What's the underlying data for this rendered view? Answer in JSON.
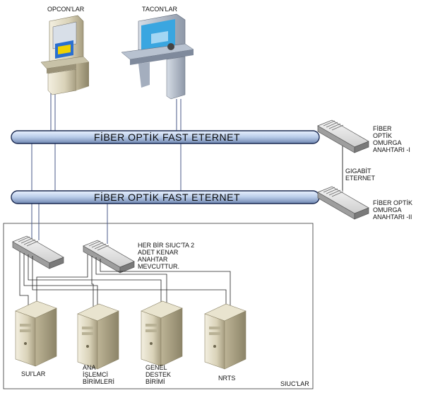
{
  "labels": {
    "opcon": "OPCON'LAR",
    "tacon": "TACON'LAR",
    "bus_top": "FİBER OPTİK FAST ETERNET",
    "bus_bottom": "FİBER OPTİK FAST ETERNET",
    "switch_1": [
      "FİBER",
      "OPTİK",
      "OMURGA",
      "ANAHTARI -I"
    ],
    "gigabit": [
      "GIGABİT",
      "ETERNET"
    ],
    "switch_2": [
      "FİBER OPTİK",
      "OMURGA",
      "ANAHTARI -II"
    ],
    "edge_note": [
      "HER BİR SIUC'TA 2",
      "ADET KENAR",
      "ANAHTAR",
      "MEVCUTTUR."
    ],
    "server_sui": "SUI'LAR",
    "server_ana": [
      "ANA",
      "İŞLEMCİ",
      "BİRİMLERİ"
    ],
    "server_genel": [
      "GENEL",
      "DESTEK",
      "BİRİMİ"
    ],
    "server_nrts": "NRTS",
    "siuc": "SIUC'LAR"
  }
}
